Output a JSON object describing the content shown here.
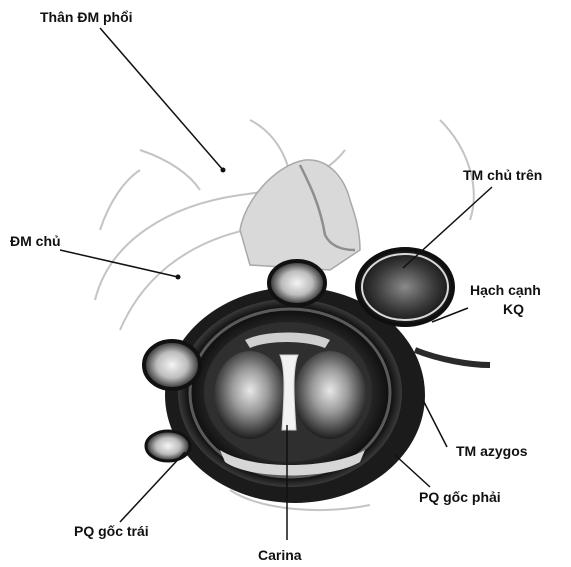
{
  "labels": {
    "pulmonary_trunk": "Thân ĐM phổi",
    "aorta": "ĐM chủ",
    "svc": "TM chủ trên",
    "paratracheal_node_line1": "Hạch cạnh",
    "paratracheal_node_line2": "KQ",
    "azygos": "TM azygos",
    "right_main_bronchus": "PQ gốc phải",
    "left_main_bronchus": "PQ gốc trái",
    "carina": "Carina"
  },
  "colors": {
    "background": "#ffffff",
    "ink": "#111111",
    "dark_tissue": "#1a1a1a",
    "mid_gray": "#6e6e6e",
    "light_gray": "#bdbdbd"
  }
}
